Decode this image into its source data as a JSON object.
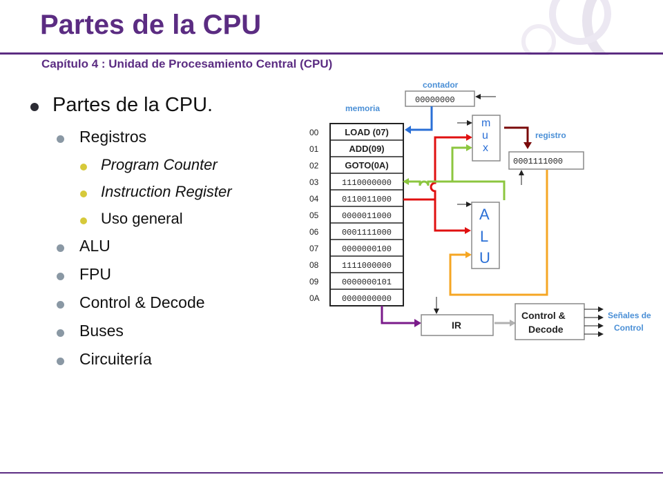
{
  "header": {
    "title": "Partes de la CPU",
    "subtitle": "Capítulo 4 : Unidad de Procesamiento Central (CPU)"
  },
  "bullets": [
    {
      "level": 1,
      "text": "Partes de la CPU.",
      "italic": false
    },
    {
      "level": 2,
      "text": "Registros",
      "italic": false
    },
    {
      "level": 3,
      "text": "Program Counter",
      "italic": true
    },
    {
      "level": 3,
      "text": "Instruction Register",
      "italic": true
    },
    {
      "level": 3,
      "text": "Uso general",
      "italic": false
    },
    {
      "level": 2,
      "text": "ALU",
      "italic": false
    },
    {
      "level": 2,
      "text": "FPU",
      "italic": false
    },
    {
      "level": 2,
      "text": "Control & Decode",
      "italic": false
    },
    {
      "level": 2,
      "text": "Buses",
      "italic": false
    },
    {
      "level": 2,
      "text": "Circuitería",
      "italic": false
    }
  ],
  "diagram": {
    "memory_label": "memoria",
    "counter_label": "contador",
    "counter_value": "00000000",
    "register_label": "registro",
    "register_value": "0001111000",
    "mux_letters": [
      "m",
      "u",
      "x"
    ],
    "alu_letters": [
      "A",
      "L",
      "U"
    ],
    "ir_label": "IR",
    "control_line1": "Control &",
    "control_line2": "Decode",
    "signals_line1": "Señales de",
    "signals_line2": "Control",
    "memory": [
      {
        "addr": "00",
        "value": "LOAD (07)"
      },
      {
        "addr": "01",
        "value": "ADD(09)"
      },
      {
        "addr": "02",
        "value": "GOTO(0A)"
      },
      {
        "addr": "03",
        "value": "1110000000"
      },
      {
        "addr": "04",
        "value": "0110011000"
      },
      {
        "addr": "05",
        "value": "0000011000"
      },
      {
        "addr": "06",
        "value": "0001111000"
      },
      {
        "addr": "07",
        "value": "0000000100"
      },
      {
        "addr": "08",
        "value": "1111000000"
      },
      {
        "addr": "09",
        "value": "0000000101"
      },
      {
        "addr": "0A",
        "value": "0000000000"
      }
    ],
    "colors": {
      "blue": "#2a6fd6",
      "red": "#e01010",
      "green": "#8cc63f",
      "darkred": "#7a0a0a",
      "orange": "#f5a623",
      "purple": "#7a1a8a",
      "gray": "#b0b0b0",
      "label_blue": "#4a8fd6"
    }
  }
}
